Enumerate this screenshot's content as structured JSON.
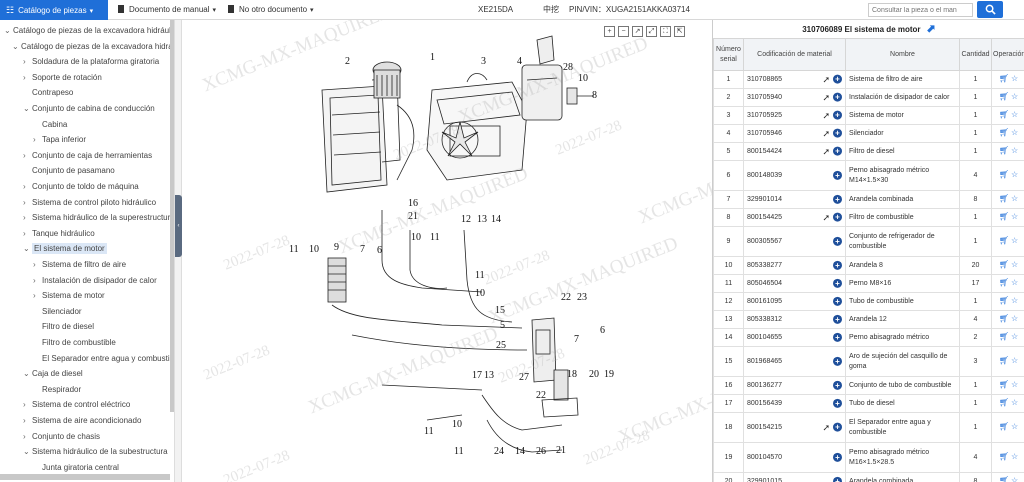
{
  "topbar": {
    "catalog_label": "Catálogo de piezas",
    "manual_label": "Documento de manual",
    "no_doc_label": "No otro documento",
    "model": "XE215DA",
    "lang": "中挖",
    "pin": "PIN/VIN：XUGA2151AKKA03714",
    "search_placeholder": "Consultar la pieza o el man"
  },
  "sidebar": {
    "items": [
      {
        "label": "Catálogo de piezas de la excavadora hidráulica",
        "arrow": "⌄",
        "level": 0
      },
      {
        "label": "Catálogo de piezas de la excavadora hidrául",
        "arrow": "⌄",
        "level": 1
      },
      {
        "label": "Soldadura de la plataforma giratoria",
        "arrow": "›",
        "level": 2
      },
      {
        "label": "Soporte de rotación",
        "arrow": "›",
        "level": 2
      },
      {
        "label": "Contrapeso",
        "arrow": "",
        "level": 2
      },
      {
        "label": "Conjunto de cabina de conducción",
        "arrow": "⌄",
        "level": 2
      },
      {
        "label": "Cabina",
        "arrow": "",
        "level": 3
      },
      {
        "label": "Tapa inferior",
        "arrow": "›",
        "level": 3
      },
      {
        "label": "Conjunto de caja de herramientas",
        "arrow": "›",
        "level": 2
      },
      {
        "label": "Conjunto de pasamano",
        "arrow": "",
        "level": 2
      },
      {
        "label": "Conjunto de toldo de máquina",
        "arrow": "›",
        "level": 2
      },
      {
        "label": "Sistema de control piloto hidráulico",
        "arrow": "›",
        "level": 2
      },
      {
        "label": "Sistema hidráulico de la superestructura",
        "arrow": "›",
        "level": 2
      },
      {
        "label": "Tanque hidráulico",
        "arrow": "›",
        "level": 2
      },
      {
        "label": "El sistema de motor",
        "arrow": "⌄",
        "level": 2,
        "selected": true
      },
      {
        "label": "Sistema de filtro de aire",
        "arrow": "›",
        "level": 3
      },
      {
        "label": "Instalación de disipador de calor",
        "arrow": "›",
        "level": 3
      },
      {
        "label": "Sistema de motor",
        "arrow": "›",
        "level": 3
      },
      {
        "label": "Silenciador",
        "arrow": "",
        "level": 3
      },
      {
        "label": "Filtro de diesel",
        "arrow": "",
        "level": 3
      },
      {
        "label": "Filtro de combustible",
        "arrow": "",
        "level": 3
      },
      {
        "label": "El Separador entre agua y combustible",
        "arrow": "",
        "level": 3
      },
      {
        "label": "Caja de diesel",
        "arrow": "⌄",
        "level": 2
      },
      {
        "label": "Respirador",
        "arrow": "",
        "level": 3
      },
      {
        "label": "Sistema de control eléctrico",
        "arrow": "›",
        "level": 2
      },
      {
        "label": "Sistema de aire acondicionado",
        "arrow": "›",
        "level": 2
      },
      {
        "label": "Conjunto de chasis",
        "arrow": "›",
        "level": 2
      },
      {
        "label": "Sistema hidráulico de la subestructura",
        "arrow": "⌄",
        "level": 2
      },
      {
        "label": "Junta giratoria central",
        "arrow": "",
        "level": 3
      }
    ]
  },
  "diagram": {
    "tools": [
      "+",
      "−",
      "↗",
      "⤢",
      "⛶",
      "⇱"
    ],
    "watermark_text": "XCMG-MX-MAQUIRED",
    "watermark_date": "2022-07-28",
    "callouts": [
      "2",
      "1",
      "3",
      "4",
      "28",
      "10",
      "8",
      "16",
      "21",
      "12",
      "13",
      "14",
      "11",
      "10",
      "9",
      "7",
      "6",
      "10",
      "11",
      "11",
      "10",
      "15",
      "22",
      "23",
      "7",
      "5",
      "6",
      "25",
      "17",
      "13",
      "27",
      "22",
      "18",
      "20",
      "19",
      "11",
      "10",
      "11",
      "24",
      "14",
      "26",
      "21"
    ]
  },
  "panel": {
    "title": "310706089 El sistema de motor",
    "headers": {
      "num": "Número serial",
      "code": "Codificación de material",
      "name": "Nombre",
      "qty": "Cantidad",
      "ops": "Operación"
    },
    "rows": [
      {
        "num": "1",
        "code": "310708865",
        "name": "Sistema de filtro de aire",
        "qty": "1",
        "link": true
      },
      {
        "num": "2",
        "code": "310705940",
        "name": "Instalación de disipador de calor",
        "qty": "1",
        "link": true
      },
      {
        "num": "3",
        "code": "310705925",
        "name": "Sistema de motor",
        "qty": "1",
        "link": true
      },
      {
        "num": "4",
        "code": "310705946",
        "name": "Silenciador",
        "qty": "1",
        "link": true
      },
      {
        "num": "5",
        "code": "800154424",
        "name": "Filtro de diesel",
        "qty": "1",
        "link": true
      },
      {
        "num": "6",
        "code": "800148039",
        "name": "Perno abisagrado métrico M14×1.5×30",
        "qty": "4",
        "link": false,
        "tall": true
      },
      {
        "num": "7",
        "code": "329901014",
        "name": "Arandela combinada",
        "qty": "8",
        "link": false
      },
      {
        "num": "8",
        "code": "800154425",
        "name": "Filtro de combustible",
        "qty": "1",
        "link": true
      },
      {
        "num": "9",
        "code": "800305567",
        "name": "Conjunto de refrigerador de combustible",
        "qty": "1",
        "link": false,
        "tall": true
      },
      {
        "num": "10",
        "code": "805338277",
        "name": "Arandela 8",
        "qty": "20",
        "link": false
      },
      {
        "num": "11",
        "code": "805046504",
        "name": "Perno M8×16",
        "qty": "17",
        "link": false
      },
      {
        "num": "12",
        "code": "800161095",
        "name": "Tubo de combustible",
        "qty": "1",
        "link": false
      },
      {
        "num": "13",
        "code": "805338312",
        "name": "Arandela 12",
        "qty": "4",
        "link": false
      },
      {
        "num": "14",
        "code": "800104655",
        "name": "Perno abisagrado métrico",
        "qty": "2",
        "link": false
      },
      {
        "num": "15",
        "code": "801968465",
        "name": "Aro de sujeción del casquillo de goma",
        "qty": "3",
        "link": false,
        "tall": true
      },
      {
        "num": "16",
        "code": "800136277",
        "name": "Conjunto de tubo de combustible",
        "qty": "1",
        "link": false
      },
      {
        "num": "17",
        "code": "800156439",
        "name": "Tubo de diesel",
        "qty": "1",
        "link": false
      },
      {
        "num": "18",
        "code": "800154215",
        "name": "El Separador entre agua y combustible",
        "qty": "1",
        "link": true,
        "tall": true
      },
      {
        "num": "19",
        "code": "800104570",
        "name": "Perno abisagrado métrico M16×1.5×28.5",
        "qty": "4",
        "link": false,
        "tall": true
      },
      {
        "num": "20",
        "code": "329901015",
        "name": "Arandela combinada",
        "qty": "8",
        "link": false
      }
    ]
  },
  "colors": {
    "accent": "#1f6fd8",
    "plus": "#1f4f9a",
    "selected_bg": "#dbe7f6"
  }
}
